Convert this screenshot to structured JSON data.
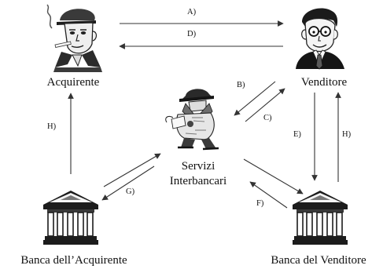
{
  "nodes": {
    "buyer": {
      "label": "Acquirente"
    },
    "seller": {
      "label": "Venditore"
    },
    "interbank_line1": "Servizi",
    "interbank_line2": "Interbancari",
    "buyer_bank": {
      "label": "Banca dell’Acquirente"
    },
    "seller_bank": {
      "label": "Banca del Venditore"
    }
  },
  "edges": {
    "A": "A)",
    "B": "B)",
    "C": "C)",
    "D": "D)",
    "E": "E)",
    "F": "F)",
    "G": "G)",
    "H_left": "H)",
    "H_right": "H)"
  },
  "icons": {
    "buyer": "smoking-man-cap-icon",
    "seller": "man-glasses-tie-icon",
    "interbank": "spy-trenchcoat-icon",
    "bank": "bank-building-icon"
  }
}
